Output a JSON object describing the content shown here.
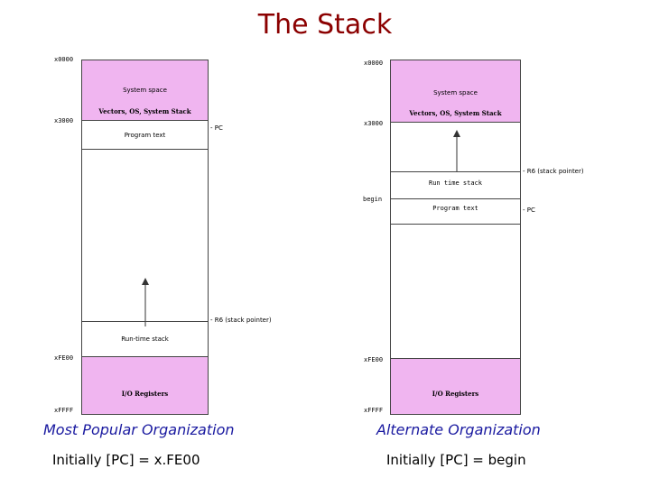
{
  "title": "The Stack",
  "left": {
    "addr_top": "x0000",
    "addr_3000": "x3000",
    "addr_fe00": "xFE00",
    "addr_ffff": "xFFFF",
    "system_space": "System space",
    "vectors": "Vectors, OS, System Stack",
    "program_text": "Program text",
    "runtime_stack": "Run-time stack",
    "io_registers": "I/O Registers",
    "pc_pointer": "- PC",
    "r6_pointer": "- R6 (stack pointer)",
    "caption": "Most Popular Organization",
    "initial": "Initially [PC] = x.FE00"
  },
  "right": {
    "addr_top": "x0000",
    "addr_3000": "x3000",
    "addr_begin": "begin",
    "addr_fe00": "xFE00",
    "addr_ffff": "xFFFF",
    "system_space": "System space",
    "vectors": "Vectors, OS, System Stack",
    "runtime_stack": "Run time stack",
    "program_text": "Program text",
    "io_registers": "I/O Registers",
    "r6_pointer": "- R6 (stack pointer)",
    "pc_pointer": "- PC",
    "caption": "Alternate Organization",
    "initial": "Initially [PC] = begin"
  }
}
